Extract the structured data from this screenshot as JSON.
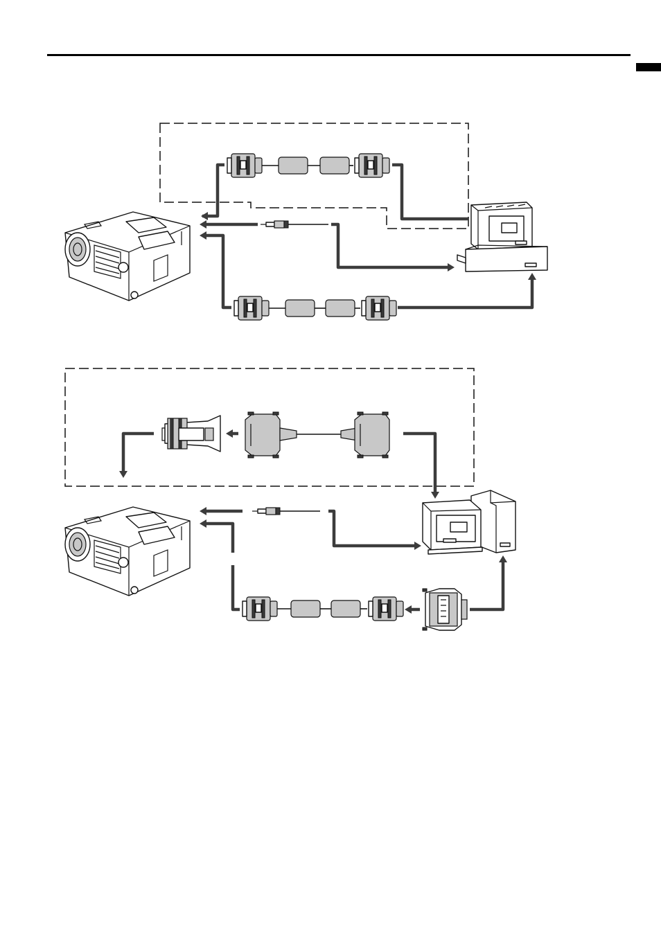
{
  "page": {
    "header_rule": "",
    "section_tab": ""
  },
  "diagram_top": {
    "projector": "projector-top",
    "computer": "desktop-computer-with-monitor",
    "cables": [
      "rgb-cable-optional",
      "audio-cable",
      "rgb-cable"
    ]
  },
  "diagram_bottom": {
    "projector": "projector-bottom",
    "computer": "macintosh-computer-with-monitor",
    "cables": [
      "mac-adaptor-optional",
      "mac-monitor-cable",
      "audio-cable",
      "rgb-cable",
      "mac-adaptor"
    ]
  },
  "colors": {
    "cable": "#3c3c3c",
    "body_fill": "#ffffff",
    "connector_fill": "#c8c8c8",
    "line": "#111111"
  }
}
